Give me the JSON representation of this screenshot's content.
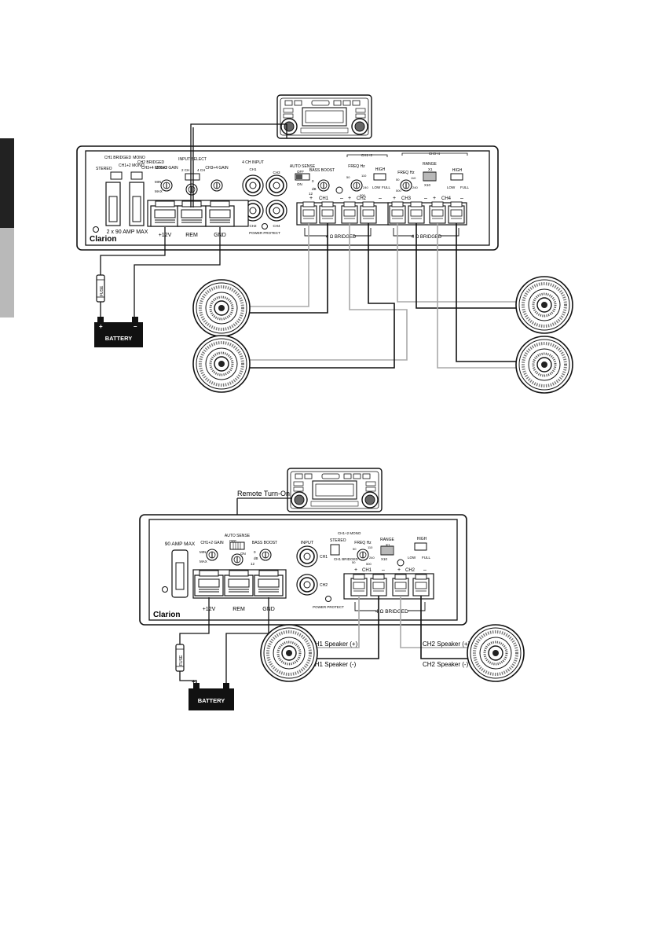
{
  "diagram1": {
    "amp": {
      "brand": "Clarion",
      "max_label": "2 x 90 AMP MAX",
      "terminals": [
        "+12V",
        "REM",
        "GND"
      ],
      "input_select": "INPUT SELECT",
      "input_sel_opts": [
        "2 CH",
        "4 CH"
      ],
      "ch1_bridged": "CH1 BRIDGED",
      "stereo": "STEREO",
      "mono": "MONO",
      "ch12_mono": "CH1+2 MONO",
      "ch2_bridged": "CH2 BRIDGED",
      "ch34_mono": "CH3+4 MONO",
      "ch12_gain": "CH1+2 GAIN",
      "ch34_gain": "CH3+4 GAIN",
      "min": "MIN",
      "max": "MAX",
      "input_4ch": "4 CH INPUT",
      "rca_labels": [
        "CH1",
        "CH3",
        "CH2",
        "CH4"
      ],
      "power_protect": "POWER PROTECT",
      "auto_sense": "AUTO SENSE",
      "off": "OFF",
      "on": "ON",
      "bass_boost": "BASS BOOST",
      "db0": "0",
      "db12": "12",
      "db": "dB",
      "ch12_title": "CH1+2",
      "ch34_title": "CH3+4",
      "freq_hz": "FREQ Hz",
      "freq_vals": [
        "50",
        "110",
        "240",
        "500"
      ],
      "high": "HIGH",
      "low": "LOW",
      "full": "FULL",
      "range": "RANGE",
      "x1": "X1",
      "x10": "X10",
      "channel_labels": [
        "CH1",
        "CH2",
        "CH3",
        "CH4"
      ],
      "bridged_label": "4 Ω BRIDGED"
    },
    "battery_label": "BATTERY",
    "fuse_label": "FUSE"
  },
  "diagram2": {
    "remote_label": "Remote Turn-On",
    "amp": {
      "brand": "Clarion",
      "max_label": "90 AMP MAX",
      "terminals": [
        "+12V",
        "REM",
        "GND"
      ],
      "ch12_gain": "CH1+2 GAIN",
      "min": "MIN",
      "max": "MAX",
      "auto_sense": "AUTO SENSE",
      "off": "OFF",
      "on": "ON",
      "bass_boost": "BASS BOOST",
      "db0": "0",
      "db12": "12",
      "db": "dB",
      "input": "INPUT",
      "rca_labels": [
        "CH1",
        "CH2"
      ],
      "power_protect": "POWER PROTECT",
      "stereo": "STEREO",
      "ch12_mono": "CH1+2 MONO",
      "ch1_bridged": "CH1 BRIDGED",
      "freq_hz": "FREQ Hz",
      "freq_vals": [
        "50",
        "110",
        "240",
        "500"
      ],
      "range": "RANGE",
      "x1": "X1",
      "x10": "X10",
      "high": "HIGH",
      "low": "LOW",
      "full": "FULL",
      "channel_labels": [
        "CH1",
        "CH2"
      ],
      "bridged_label": "4 Ω BRIDGED"
    },
    "speaker_labels": [
      "CH1 Speaker (+)",
      "CH1 Speaker (-)",
      "CH2 Speaker (+)",
      "CH2 Speaker (-)"
    ],
    "battery_label": "BATTERY",
    "fuse_label": "FUSE"
  }
}
